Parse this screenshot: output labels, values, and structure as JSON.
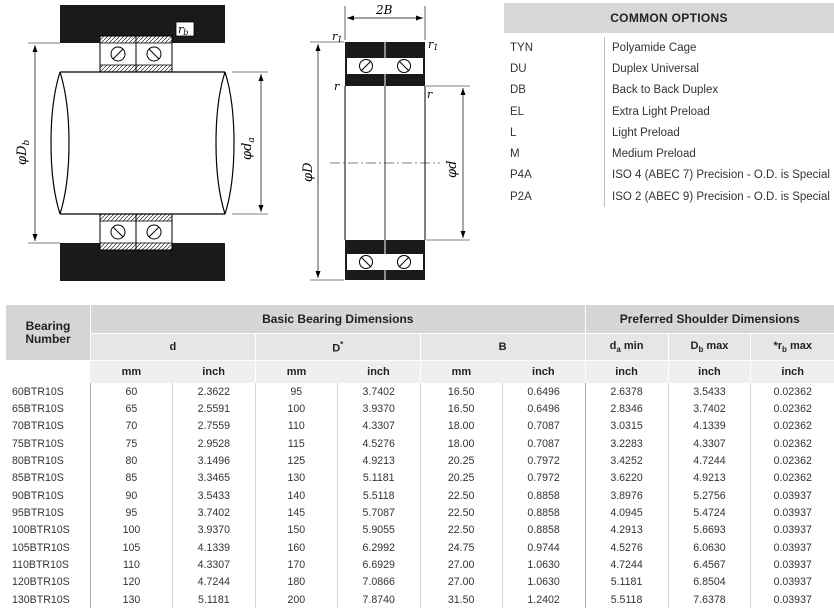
{
  "diagram": {
    "label_rb": "r",
    "label_rb_sub": "b",
    "label_Db": "φD",
    "label_Db_sub": "b",
    "label_da": "φd",
    "label_da_sub": "a",
    "label_2B": "2B",
    "label_r1_left": "r",
    "label_r1_left_sub": "1",
    "label_r1_right": "r",
    "label_r1_right_sub": "1",
    "label_r_left": "r",
    "label_r_right": "r",
    "label_D": "φD",
    "label_d": "φd"
  },
  "options": {
    "title": "COMMON OPTIONS",
    "items": [
      {
        "code": "TYN",
        "desc": "Polyamide Cage"
      },
      {
        "code": "DU",
        "desc": "Duplex Universal"
      },
      {
        "code": "DB",
        "desc": "Back to Back Duplex"
      },
      {
        "code": "EL",
        "desc": "Extra Light Preload"
      },
      {
        "code": "L",
        "desc": "Light Preload"
      },
      {
        "code": "M",
        "desc": "Medium Preload"
      },
      {
        "code": "P4A",
        "desc": "ISO 4 (ABEC 7) Precision - O.D. is Special"
      },
      {
        "code": "P2A",
        "desc": "ISO 2 (ABEC 9) Precision - O.D. is Special"
      }
    ]
  },
  "table": {
    "bearing_number_header_1": "Bearing",
    "bearing_number_header_2": "Number",
    "group_basic": "Basic Bearing Dimensions",
    "group_shoulder": "Preferred Shoulder Dimensions",
    "col_d": "d",
    "col_D": "D",
    "col_D_sup": "*",
    "col_B": "B",
    "col_da": "d",
    "col_da_sub": "a",
    "col_da_suffix": " min",
    "col_Db": "D",
    "col_Db_sub": "b",
    "col_Db_suffix": " max",
    "col_rb_prefix": "*r",
    "col_rb_sub": "b",
    "col_rb_suffix": " max",
    "units": [
      "mm",
      "inch",
      "mm",
      "inch",
      "mm",
      "inch",
      "inch",
      "inch",
      "inch"
    ],
    "rows": [
      [
        "60BTR10S",
        "60",
        "2.3622",
        "95",
        "3.7402",
        "16.50",
        "0.6496",
        "2.6378",
        "3.5433",
        "0.02362"
      ],
      [
        "65BTR10S",
        "65",
        "2.5591",
        "100",
        "3.9370",
        "16.50",
        "0.6496",
        "2.8346",
        "3.7402",
        "0.02362"
      ],
      [
        "70BTR10S",
        "70",
        "2.7559",
        "110",
        "4.3307",
        "18.00",
        "0.7087",
        "3.0315",
        "4.1339",
        "0.02362"
      ],
      [
        "75BTR10S",
        "75",
        "2.9528",
        "115",
        "4.5276",
        "18.00",
        "0.7087",
        "3.2283",
        "4.3307",
        "0.02362"
      ],
      [
        "80BTR10S",
        "80",
        "3.1496",
        "125",
        "4.9213",
        "20.25",
        "0.7972",
        "3.4252",
        "4.7244",
        "0.02362"
      ],
      [
        "85BTR10S",
        "85",
        "3.3465",
        "130",
        "5.1181",
        "20.25",
        "0.7972",
        "3.6220",
        "4.9213",
        "0.02362"
      ],
      [
        "90BTR10S",
        "90",
        "3.5433",
        "140",
        "5.5118",
        "22.50",
        "0.8858",
        "3.8976",
        "5.2756",
        "0.03937"
      ],
      [
        "95BTR10S",
        "95",
        "3.7402",
        "145",
        "5.7087",
        "22.50",
        "0.8858",
        "4.0945",
        "5.4724",
        "0.03937"
      ],
      [
        "100BTR10S",
        "100",
        "3.9370",
        "150",
        "5.9055",
        "22.50",
        "0.8858",
        "4.2913",
        "5.6693",
        "0.03937"
      ],
      [
        "105BTR10S",
        "105",
        "4.1339",
        "160",
        "6.2992",
        "24.75",
        "0.9744",
        "4.5276",
        "6.0630",
        "0.03937"
      ],
      [
        "110BTR10S",
        "110",
        "4.3307",
        "170",
        "6.6929",
        "27.00",
        "1.0630",
        "4.7244",
        "6.4567",
        "0.03937"
      ],
      [
        "120BTR10S",
        "120",
        "4.7244",
        "180",
        "7.0866",
        "27.00",
        "1.0630",
        "5.1181",
        "6.8504",
        "0.03937"
      ],
      [
        "130BTR10S",
        "130",
        "5.1181",
        "200",
        "7.8740",
        "31.50",
        "1.2402",
        "5.5118",
        "7.6378",
        "0.03937"
      ]
    ]
  }
}
